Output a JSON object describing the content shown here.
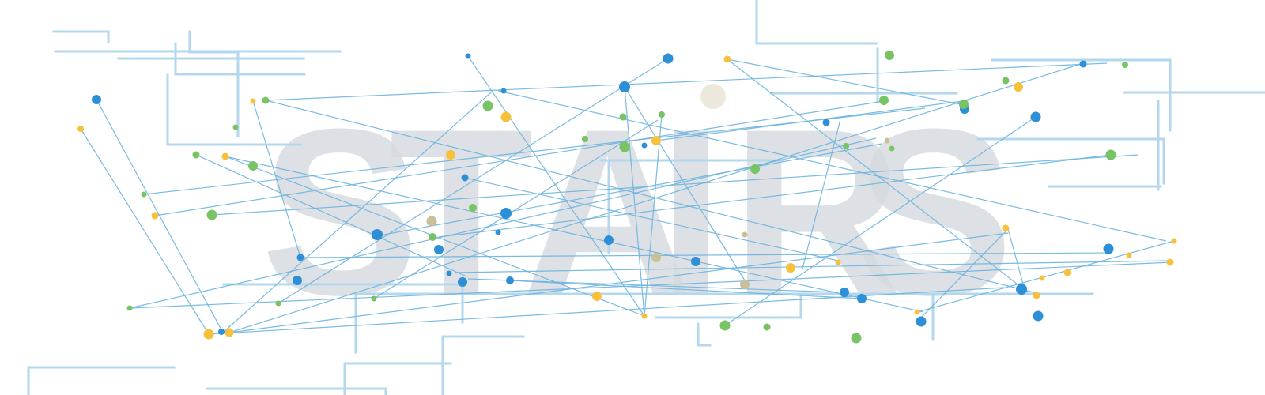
{
  "logo": {
    "text": "STAIRS",
    "glyphs": [
      "S",
      "T",
      "A",
      "I",
      "R",
      "S"
    ]
  },
  "colors": {
    "background": "#ffffff",
    "wordmark": "#d4d9df",
    "frame_lines": "#b3d8ee",
    "edges": "#6cb4df",
    "node_blue": "#2d8fd5",
    "node_green": "#78c364",
    "node_yellow": "#f7c13c",
    "node_khaki": "#c8c09a"
  },
  "node_types": [
    "blue",
    "green",
    "yellow",
    "khaki"
  ]
}
